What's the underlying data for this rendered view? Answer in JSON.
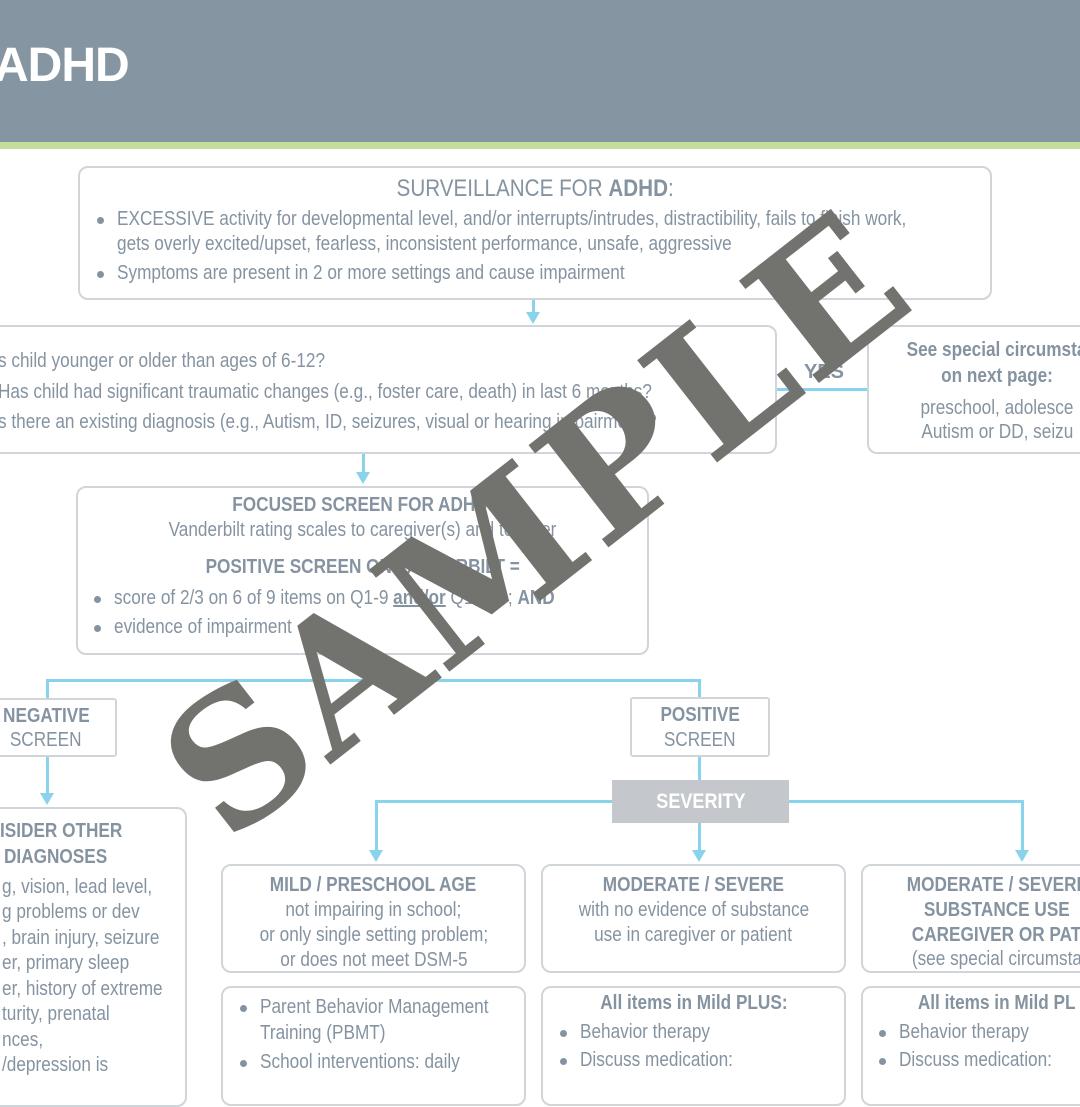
{
  "header": {
    "title": "ADHD",
    "background_color": "#8595a2",
    "stripe_color": "#c5dc9c"
  },
  "surveillance": {
    "title_prefix": "SURVEILLANCE FOR ",
    "title_bold": "ADHD",
    "title_suffix": ":",
    "bullets": [
      "EXCESSIVE activity for developmental level, and/or interrupts/intrudes, distractibility, fails to finish work,",
      "gets overly excited/upset, fearless, inconsistent performance, unsafe, aggressive",
      "Symptoms are present in 2 or more settings and cause impairment"
    ]
  },
  "questions": {
    "items": [
      "s child younger or older than ages of 6-12?",
      "Has child had significant traumatic changes (e.g., foster care, death) in last 6 months?",
      "s there an existing diagnosis (e.g., Autism, ID, seizures, visual or hearing impairment)?"
    ],
    "yes_label": "YES"
  },
  "special_circumstances": {
    "line1": "See special circumsta",
    "line2": "on next page:",
    "line3": "preschool, adolesce",
    "line4": "Autism or DD, seizu"
  },
  "focused_screen": {
    "title": "FOCUSED SCREEN FOR ADHD:",
    "subtitle": "Vanderbilt rating scales to caregiver(s) and teacher",
    "positive_title": "POSITIVE SCREEN ON VANDERBILT =",
    "bullet1_a": "score of 2/3 on 6 of 9 items on Q1-9 ",
    "bullet1_b": "and/or",
    "bullet1_c": " Q10-18; ",
    "bullet1_d": "AND",
    "bullet2": "evidence of impairment"
  },
  "negative_screen": {
    "line1": "NEGATIVE",
    "line2": "SCREEN"
  },
  "positive_screen": {
    "line1": "POSITIVE",
    "line2": "SCREEN"
  },
  "severity": {
    "label": "SEVERITY",
    "color": "#c4c8cc"
  },
  "consider_other": {
    "title1": "ISIDER OTHER",
    "title2": "DIAGNOSES",
    "lines": [
      "g, vision, lead level,",
      "g problems or dev",
      ", brain injury, seizure",
      "er, primary sleep",
      "er, history of extreme",
      "turity, prenatal",
      "nces,",
      "/depression is"
    ]
  },
  "mild": {
    "title": "MILD / PRESCHOOL AGE",
    "lines": [
      "not impairing in school;",
      "or only single setting problem;",
      "or does not meet DSM-5"
    ],
    "actions": [
      "Parent Behavior Management",
      "Training (PBMT)",
      "School interventions: daily"
    ]
  },
  "moderate": {
    "title": "MODERATE / SEVERE",
    "lines": [
      "with no evidence of substance",
      "use in caregiver or patient"
    ],
    "actions_title": "All items in Mild PLUS:",
    "actions": [
      "Behavior therapy",
      "Discuss medication:"
    ]
  },
  "moderate_substance": {
    "title1": "MODERATE / SEVERE",
    "title2": "SUBSTANCE USE",
    "title3": "CAREGIVER OR PAT",
    "note": "(see special circumsta",
    "actions_title": "All items in Mild PL",
    "actions": [
      "Behavior therapy",
      "Discuss medication:"
    ]
  },
  "watermark": {
    "text": "SAMPLE",
    "color": "#72736e"
  },
  "colors": {
    "connector": "#8ad3ec",
    "box_border": "#d0d5d9",
    "text": "#8593a1"
  }
}
